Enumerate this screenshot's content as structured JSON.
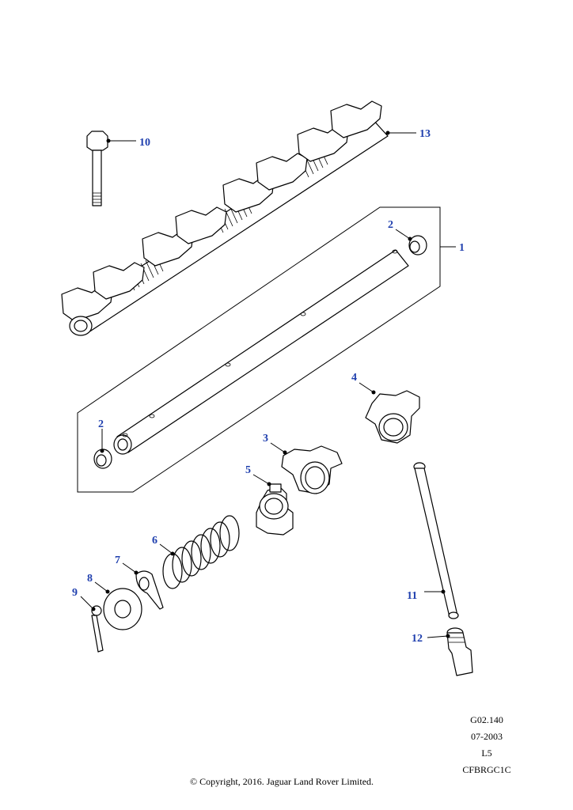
{
  "callouts": {
    "c1": "1",
    "c2a": "2",
    "c2b": "2",
    "c3": "3",
    "c4": "4",
    "c5": "5",
    "c6": "6",
    "c7": "7",
    "c8": "8",
    "c9": "9",
    "c10": "10",
    "c11": "11",
    "c12": "12",
    "c13": "13"
  },
  "meta": {
    "ref": "G02.140",
    "date": "07-2003",
    "code": "L5",
    "id": "CFBRGC1C"
  },
  "copyright": "© Copyright, 2016. Jaguar Land Rover Limited.",
  "colors": {
    "callout": "#1f3fae",
    "line": "#000000"
  }
}
